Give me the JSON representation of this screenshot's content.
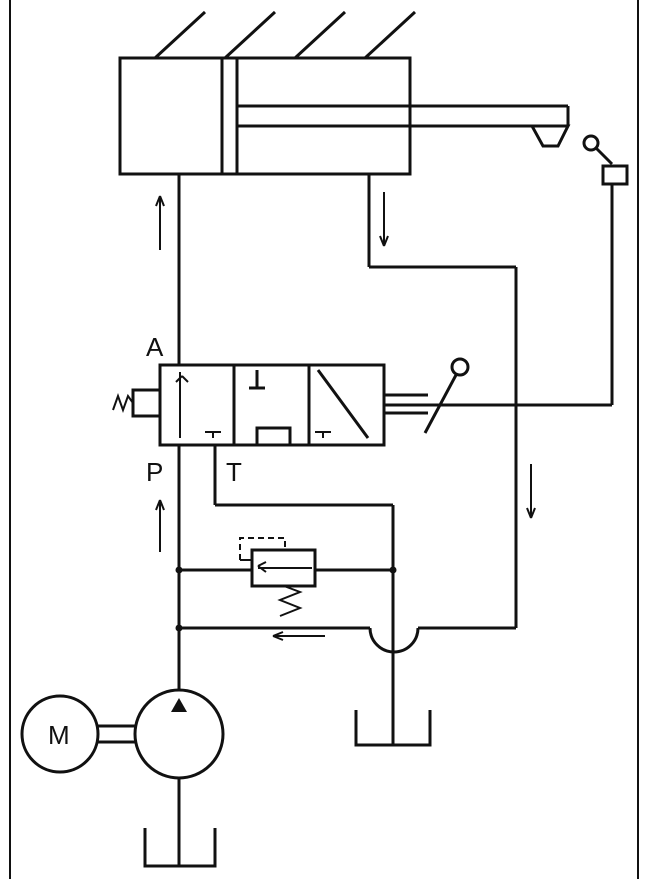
{
  "labels": {
    "port_a": "A",
    "port_p": "P",
    "port_t": "T",
    "motor": "M"
  },
  "colors": {
    "line": "#111111",
    "background": "#ffffff"
  }
}
